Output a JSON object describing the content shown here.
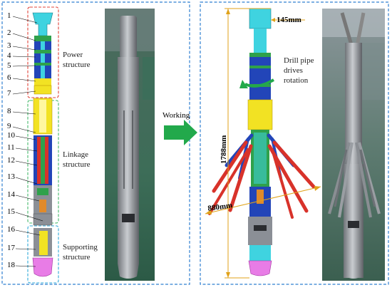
{
  "left_panel": {
    "part_numbers": [
      "1",
      "2",
      "3",
      "4",
      "5",
      "6",
      "7",
      "8",
      "9",
      "10",
      "11",
      "12",
      "13",
      "14",
      "15",
      "16",
      "17",
      "18"
    ],
    "group_labels": {
      "power": [
        "Power",
        "structure"
      ],
      "linkage": [
        "Linkage",
        "structure"
      ],
      "supporting": [
        "Supporting",
        "structure"
      ]
    }
  },
  "transition": {
    "label": "Working"
  },
  "right_panel": {
    "dim_top": "145mm",
    "dim_height": "1788mm",
    "dim_span": "880mm",
    "rotation_label": [
      "Drill pipe",
      "drives",
      "rotation"
    ]
  },
  "colors": {
    "panel_border": "#2f7fd0",
    "power_box": "#e0443a",
    "linkage_box": "#44b86a",
    "support_box": "#2fa9d8",
    "arrow": "#22a94b",
    "cyan": "#3fd3e0",
    "green": "#2fa14b",
    "blue": "#2245b8",
    "yellow": "#f2e223",
    "gray": "#8b8f96",
    "magenta": "#e87ce6",
    "red": "#d8322a",
    "dim_line": "#e0a21a"
  }
}
